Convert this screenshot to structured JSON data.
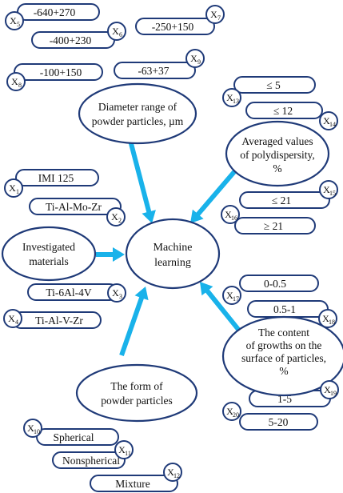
{
  "center": {
    "lines": [
      "Machine",
      "learning"
    ]
  },
  "categories": {
    "diameter": {
      "lines": [
        "Diameter range of",
        "powder particles, µm"
      ]
    },
    "polydispersity": {
      "lines": [
        "Averaged values",
        "of polydispersity,",
        "%"
      ]
    },
    "materials": {
      "lines": [
        "Investigated",
        "materials"
      ]
    },
    "form": {
      "lines": [
        "The form of",
        "powder particles"
      ]
    },
    "growths": {
      "lines": [
        "The content",
        "of growths on the",
        "surface of particles,",
        "%"
      ]
    }
  },
  "variables": [
    {
      "id": "x5",
      "letter": "X",
      "index": "5",
      "label": "-640+270"
    },
    {
      "id": "x6",
      "letter": "X",
      "index": "6",
      "label": "-400+230"
    },
    {
      "id": "x7",
      "letter": "X",
      "index": "7",
      "label": "-250+150"
    },
    {
      "id": "x8",
      "letter": "X",
      "index": "8",
      "label": "-100+150"
    },
    {
      "id": "x9",
      "letter": "X",
      "index": "9",
      "label": "-63+37"
    },
    {
      "id": "x13",
      "letter": "X",
      "index": "13",
      "label": "≤ 5"
    },
    {
      "id": "x14",
      "letter": "X",
      "index": "14",
      "label": "≤ 12"
    },
    {
      "id": "x15",
      "letter": "X",
      "index": "15",
      "label": "≤ 21"
    },
    {
      "id": "x16",
      "letter": "X",
      "index": "16",
      "label": "≥ 21"
    },
    {
      "id": "x1",
      "letter": "X",
      "index": "1",
      "label": "IMI 125"
    },
    {
      "id": "x2",
      "letter": "X",
      "index": "2",
      "label": "Ti-Al-Mo-Zr"
    },
    {
      "id": "x3",
      "letter": "X",
      "index": "3",
      "label": "Ti-6Al-4V"
    },
    {
      "id": "x4",
      "letter": "X",
      "index": "4",
      "label": "Ti-Al-V-Zr"
    },
    {
      "id": "x17",
      "letter": "X",
      "index": "17",
      "label": "0-0.5"
    },
    {
      "id": "x18",
      "letter": "X",
      "index": "18",
      "label": "0.5-1"
    },
    {
      "id": "x19",
      "letter": "X",
      "index": "19",
      "label": "1-5"
    },
    {
      "id": "x20",
      "letter": "X",
      "index": "20",
      "label": "5-20"
    },
    {
      "id": "x10",
      "letter": "X",
      "index": "10",
      "label": "Spherical"
    },
    {
      "id": "x11",
      "letter": "X",
      "index": "11",
      "label": "Nonspherical"
    },
    {
      "id": "x12",
      "letter": "X",
      "index": "12",
      "label": "Mixture"
    }
  ],
  "colors": {
    "outline": "#1f3a78",
    "arrow": "#19b2ea",
    "text": "#111111",
    "background": "#ffffff"
  }
}
